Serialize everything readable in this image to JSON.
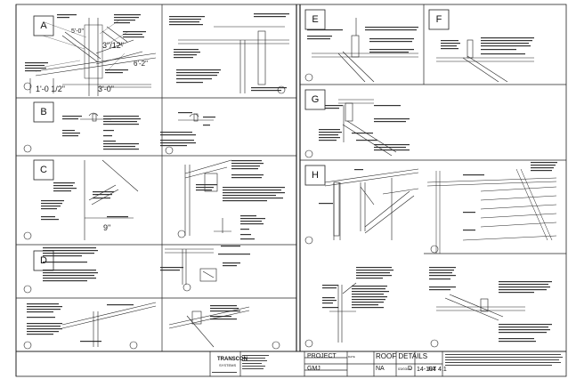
{
  "sheet": {
    "title": "ROOF DETAILS",
    "project_label": "PROJECT",
    "drawn_by": "GMJ",
    "scale": "NA",
    "date": "03/03/10",
    "rev": "D",
    "job": "14-104",
    "sheet_no": "RT 4.1",
    "company": "TRANSCON",
    "company_sub": "SYSTEMS",
    "field_label": "DATE"
  },
  "details": [
    {
      "letter": "A"
    },
    {
      "letter": "B"
    },
    {
      "letter": "C"
    },
    {
      "letter": "D"
    },
    {
      "letter": "E"
    },
    {
      "letter": "F"
    },
    {
      "letter": "G"
    },
    {
      "letter": "H"
    }
  ],
  "dims": {
    "a_1": "5'-0\"",
    "a_2": "3\"/12\"",
    "a_3": "6'-2\"",
    "a_4": "1'-0 1/2\"",
    "a_5": "3'-0\"",
    "c_1": "9\""
  }
}
